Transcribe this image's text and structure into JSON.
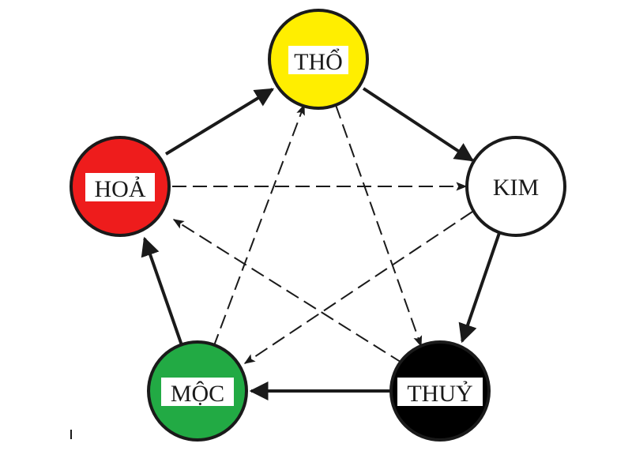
{
  "nodes": {
    "tho": {
      "label": "THỔ",
      "color": "#ffee00"
    },
    "kim": {
      "label": "KIM",
      "color": "#ffffff"
    },
    "thuy": {
      "label": "THUỶ",
      "color": "#000000"
    },
    "moc": {
      "label": "MỘC",
      "color": "#22aa44"
    },
    "hoa": {
      "label": "HOẢ",
      "color": "#ee1c1c"
    }
  },
  "edge_color": "#1a1a1a"
}
